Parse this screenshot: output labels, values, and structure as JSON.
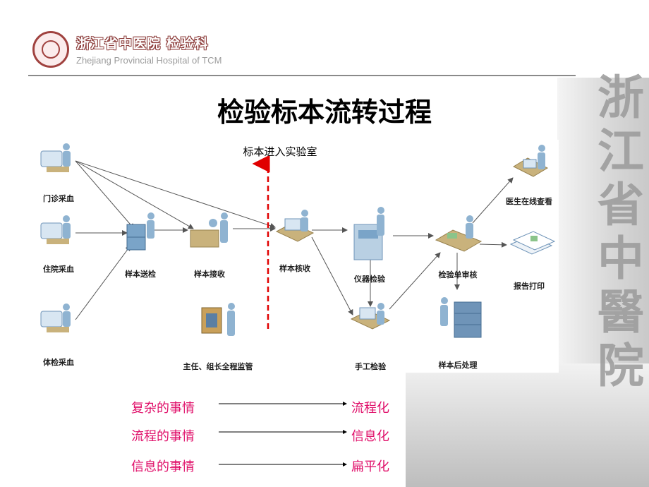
{
  "header": {
    "logo_name_cn": "浙江省中医院  检验科",
    "logo_name_en": "Zhejiang Provincial Hospital of  TCM"
  },
  "slide": {
    "title": "检验标本流转过程"
  },
  "diagram": {
    "entry_label": "标本进入实验室",
    "nodes": [
      {
        "id": "outpatient",
        "label": "门诊采血"
      },
      {
        "id": "inpatient",
        "label": "住院采血"
      },
      {
        "id": "checkup",
        "label": "体检采血"
      },
      {
        "id": "delivery",
        "label": "样本送检"
      },
      {
        "id": "receive",
        "label": "样本接收"
      },
      {
        "id": "verify",
        "label": "样本核收"
      },
      {
        "id": "instrument",
        "label": "仪器检验"
      },
      {
        "id": "manual",
        "label": "手工检验"
      },
      {
        "id": "review",
        "label": "检验单审核"
      },
      {
        "id": "doctor",
        "label": "医生在线查看"
      },
      {
        "id": "print",
        "label": "报告打印"
      },
      {
        "id": "post",
        "label": "样本后处理"
      },
      {
        "id": "supervise",
        "label": "主任、组长全程监管"
      }
    ],
    "colors": {
      "arrow": "#555555",
      "entry_arrow": "#e00000",
      "figure": "#8fb3d1",
      "desk": "#c9b27c"
    }
  },
  "summary": {
    "rows": [
      {
        "left": "复杂的事情",
        "right": "流程化"
      },
      {
        "left": "流程的事情",
        "right": "信息化"
      },
      {
        "left": "信息的事情",
        "right": "扁平化"
      }
    ],
    "color": "#e0106a"
  }
}
